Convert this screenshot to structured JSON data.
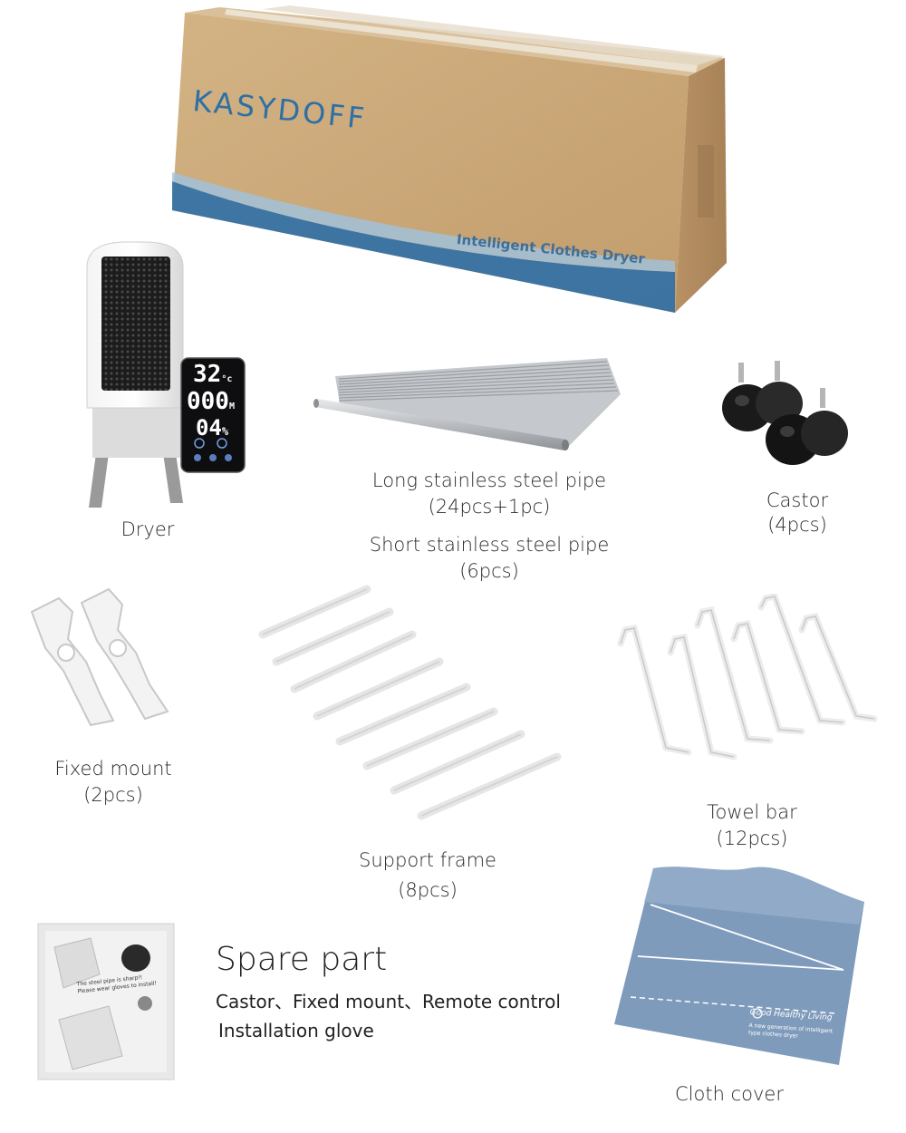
{
  "box": {
    "brand": "KASYDOFF",
    "product": "Intelligent Clothes Dryer"
  },
  "dryer": {
    "label": "Dryer",
    "display": {
      "temp": "32",
      "temp_unit": "°c",
      "time": "000",
      "time_unit": "M",
      "humidity": "04",
      "humidity_unit": "%"
    }
  },
  "long_pipe": {
    "name": "Long stainless steel pipe",
    "qty": "(24pcs+1pc)"
  },
  "short_pipe": {
    "name": "Short stainless steel pipe",
    "qty": "(6pcs)"
  },
  "castor": {
    "name": "Castor",
    "qty": "(4pcs)"
  },
  "fixed_mount": {
    "name": "Fixed mount",
    "qty": "(2pcs)"
  },
  "support_frame": {
    "name": "Support frame",
    "qty": "(8pcs)"
  },
  "towel_bar": {
    "name": "Towel bar",
    "qty": "(12pcs)"
  },
  "spare": {
    "title": "Spare part",
    "line1": "Castor、Fixed mount、Remote control",
    "line2": "Installation glove",
    "bag_note1": "The steel pipe is sharp!!",
    "bag_note2": "Please wear gloves to install!"
  },
  "cloth_cover": {
    "label": "Cloth cover",
    "print1": "Good Healthy Living",
    "print2": "A new generation of intelligent",
    "print3": "type clothes dryer"
  },
  "colors": {
    "cardboard": "#c9a77a",
    "box_blue": "#2f6fa6",
    "cover_blue": "#7f9bbb",
    "steel": "#c7c9cc"
  }
}
